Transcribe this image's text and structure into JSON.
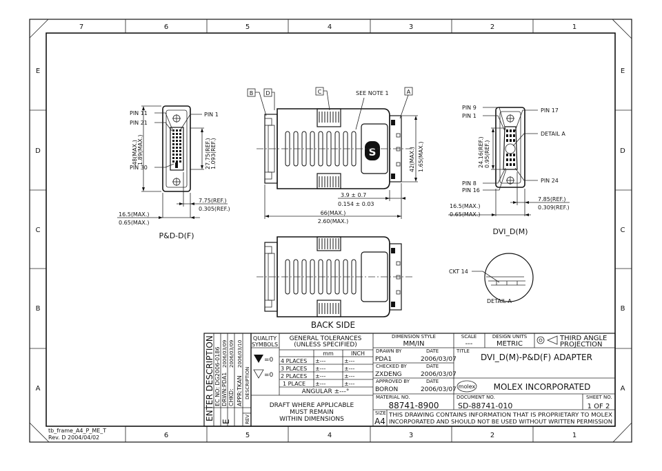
{
  "frame": {
    "col_labels": [
      "7",
      "6",
      "5",
      "4",
      "3",
      "2",
      "1"
    ],
    "row_labels": [
      "E",
      "D",
      "C",
      "B",
      "A"
    ],
    "template_name": "tb_frame_A4_P_ME_T",
    "template_rev": "Rev. D 2004/04/02"
  },
  "views": {
    "pd_df": {
      "title": "P&D-D(F)",
      "pin11": "PIN 11",
      "pin21": "PIN 21",
      "pin30": "PIN 30",
      "pin1": "PIN 1",
      "h_max_mm": "48(MAX.)",
      "h_max_in": "1.89(MAX.)",
      "h_ref_mm": "27.75(REF.)",
      "h_ref_in": "1.093(REF.)",
      "w_ref_mm": "7.75(REF.)",
      "w_ref_in": "0.305(REF.)",
      "w_max_mm": "16.5(MAX.)",
      "w_max_in": "0.65(MAX.)"
    },
    "top": {
      "callout_b": "B",
      "callout_d": "D",
      "callout_c": "C",
      "callout_a": "A",
      "see_note": "SEE NOTE 1",
      "h_max_mm": "42(MAX.)",
      "h_max_in": "1.65(MAX.)",
      "gap_mm": "3.9 ± 0.7",
      "gap_in": "0.154 ± 0.03",
      "len_mm": "66(MAX.)",
      "len_in": "2.60(MAX.)"
    },
    "back": {
      "title": "BACK SIDE"
    },
    "dvi": {
      "title": "DVI_D(M)",
      "pin9": "PIN 9",
      "pin1": "PIN 1",
      "pin17": "PIN 17",
      "detail": "DETAIL A",
      "pin8": "PIN 8",
      "pin16": "PIN 16",
      "pin24": "PIN 24",
      "h_ref_mm": "24.16(REF.)",
      "h_ref_in": "0.95(REF.)",
      "w_ref_mm": "7.85(REF.)",
      "w_ref_in": "0.309(REF.)",
      "w_max_mm": "16.5(MAX.)",
      "w_max_in": "0.65(MAX.)"
    },
    "detail_a": {
      "ckt": "CKT 14",
      "title": "DETAIL A"
    }
  },
  "revision_block": {
    "enter_description": "ENTER DESCRIPTION",
    "ec_no": "EC NO: DG2006-0186",
    "drwn": "DRWN:PDA1",
    "chkd": "CHKD:",
    "apprd": "APPR:TKAN",
    "date1": "2006/03/09",
    "date2": "2006/03/09",
    "date3": "2006/03/10",
    "description_label": "DESCRIPTION",
    "rev_label": "REV",
    "rev_value": "E"
  },
  "title_block": {
    "quality": "QUALITY",
    "symbols": "SYMBOLS",
    "sym1": "=0",
    "sym2": "=0",
    "gen_tol": "GENERAL TOLERANCES",
    "unless": "(UNLESS SPECIFIED)",
    "mm": "mm",
    "inch": "INCH",
    "places": [
      {
        "label": "4 PLACES",
        "mm": "±---",
        "inch": "±---"
      },
      {
        "label": "3 PLACES",
        "mm": "±---",
        "inch": "±---"
      },
      {
        "label": "2 PLACES",
        "mm": "±---",
        "inch": "±---"
      },
      {
        "label": "1 PLACE",
        "mm": "±---",
        "inch": "±---"
      }
    ],
    "angular": "ANGULAR ±---°",
    "draft1": "DRAFT WHERE APPLICABLE",
    "draft2": "MUST REMAIN",
    "draft3": "WITHIN DIMENSIONS",
    "dim_style_label": "DIMENSION STYLE",
    "dim_style": "MM/IN",
    "scale_label": "SCALE",
    "scale": "---",
    "units_label": "DESIGN UNITS",
    "units": "METRIC",
    "projection": "THIRD ANGLE",
    "projection2": "PROJECTION",
    "drawn_by_label": "DRAWN BY",
    "drawn_by": "PDA1",
    "drawn_date": "2006/03/07",
    "checked_by_label": "CHECKED BY",
    "checked_by": "ZXDENG",
    "checked_date": "2006/03/07",
    "approved_by_label": "APPROVED BY",
    "approved_by": "BORON",
    "approved_date": "2006/03/07",
    "date_label": "DATE",
    "title_label": "TITLE",
    "title": "DVI_D(M)-P&D(F) ADAPTER",
    "logo": "molex",
    "company": "MOLEX INCORPORATED",
    "material_label": "MATERIAL NO.",
    "material": "88741-8900",
    "document_label": "DOCUMENT NO.",
    "document": "SD-88741-010",
    "sheet_label": "SHEET NO.",
    "sheet": "1 OF 2",
    "size_label": "SIZE",
    "size": "A4",
    "notice1": "THIS DRAWING CONTAINS INFORMATION THAT IS PROPRIETARY TO MOLEX",
    "notice2": "INCORPORATED AND SHOULD NOT BE USED WITHOUT WRITTEN PERMISSION"
  }
}
